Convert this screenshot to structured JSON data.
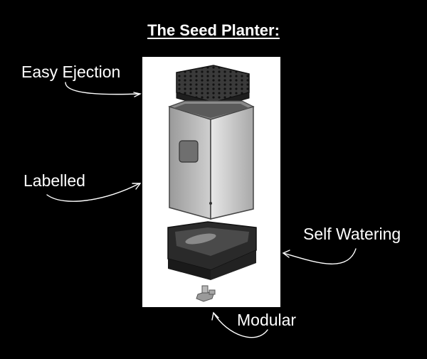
{
  "title": "The Seed Planter:",
  "callouts": {
    "easy_ejection": "Easy Ejection",
    "labelled": "Labelled",
    "self_watering": "Self Watering",
    "modular": "Modular"
  },
  "colors": {
    "background": "#000000",
    "text": "#ffffff",
    "panel": "#ffffff",
    "tray": "#333333",
    "body": "#c8c8c8",
    "base": "#2a2a2a"
  }
}
